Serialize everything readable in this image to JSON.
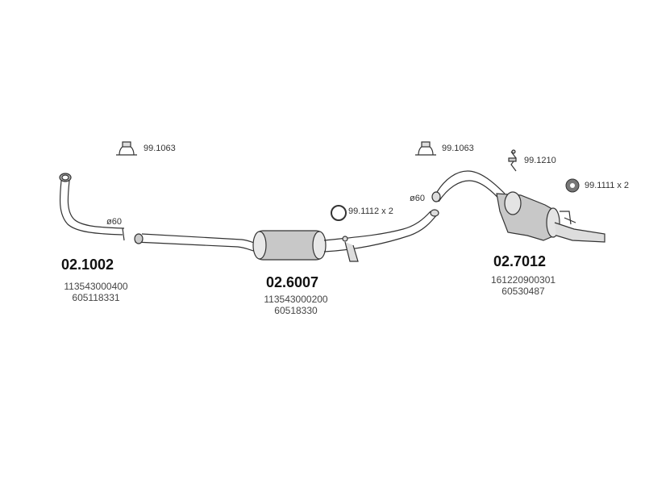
{
  "assemblies": [
    {
      "part_number": "02.1002",
      "refs": [
        "113543000400",
        "605118331"
      ]
    },
    {
      "part_number": "02.6007",
      "refs": [
        "113543000200",
        "60518330"
      ]
    },
    {
      "part_number": "02.7012",
      "refs": [
        "161220900301",
        "60530487"
      ]
    }
  ],
  "accessories": {
    "clamp_1": "99.1063",
    "clamp_2": "99.1063",
    "ring": "99.1112 x 2",
    "hanger": "99.1210",
    "mount": "99.1111 x 2"
  },
  "diameters": {
    "front": "ø60",
    "mid": "ø60"
  }
}
